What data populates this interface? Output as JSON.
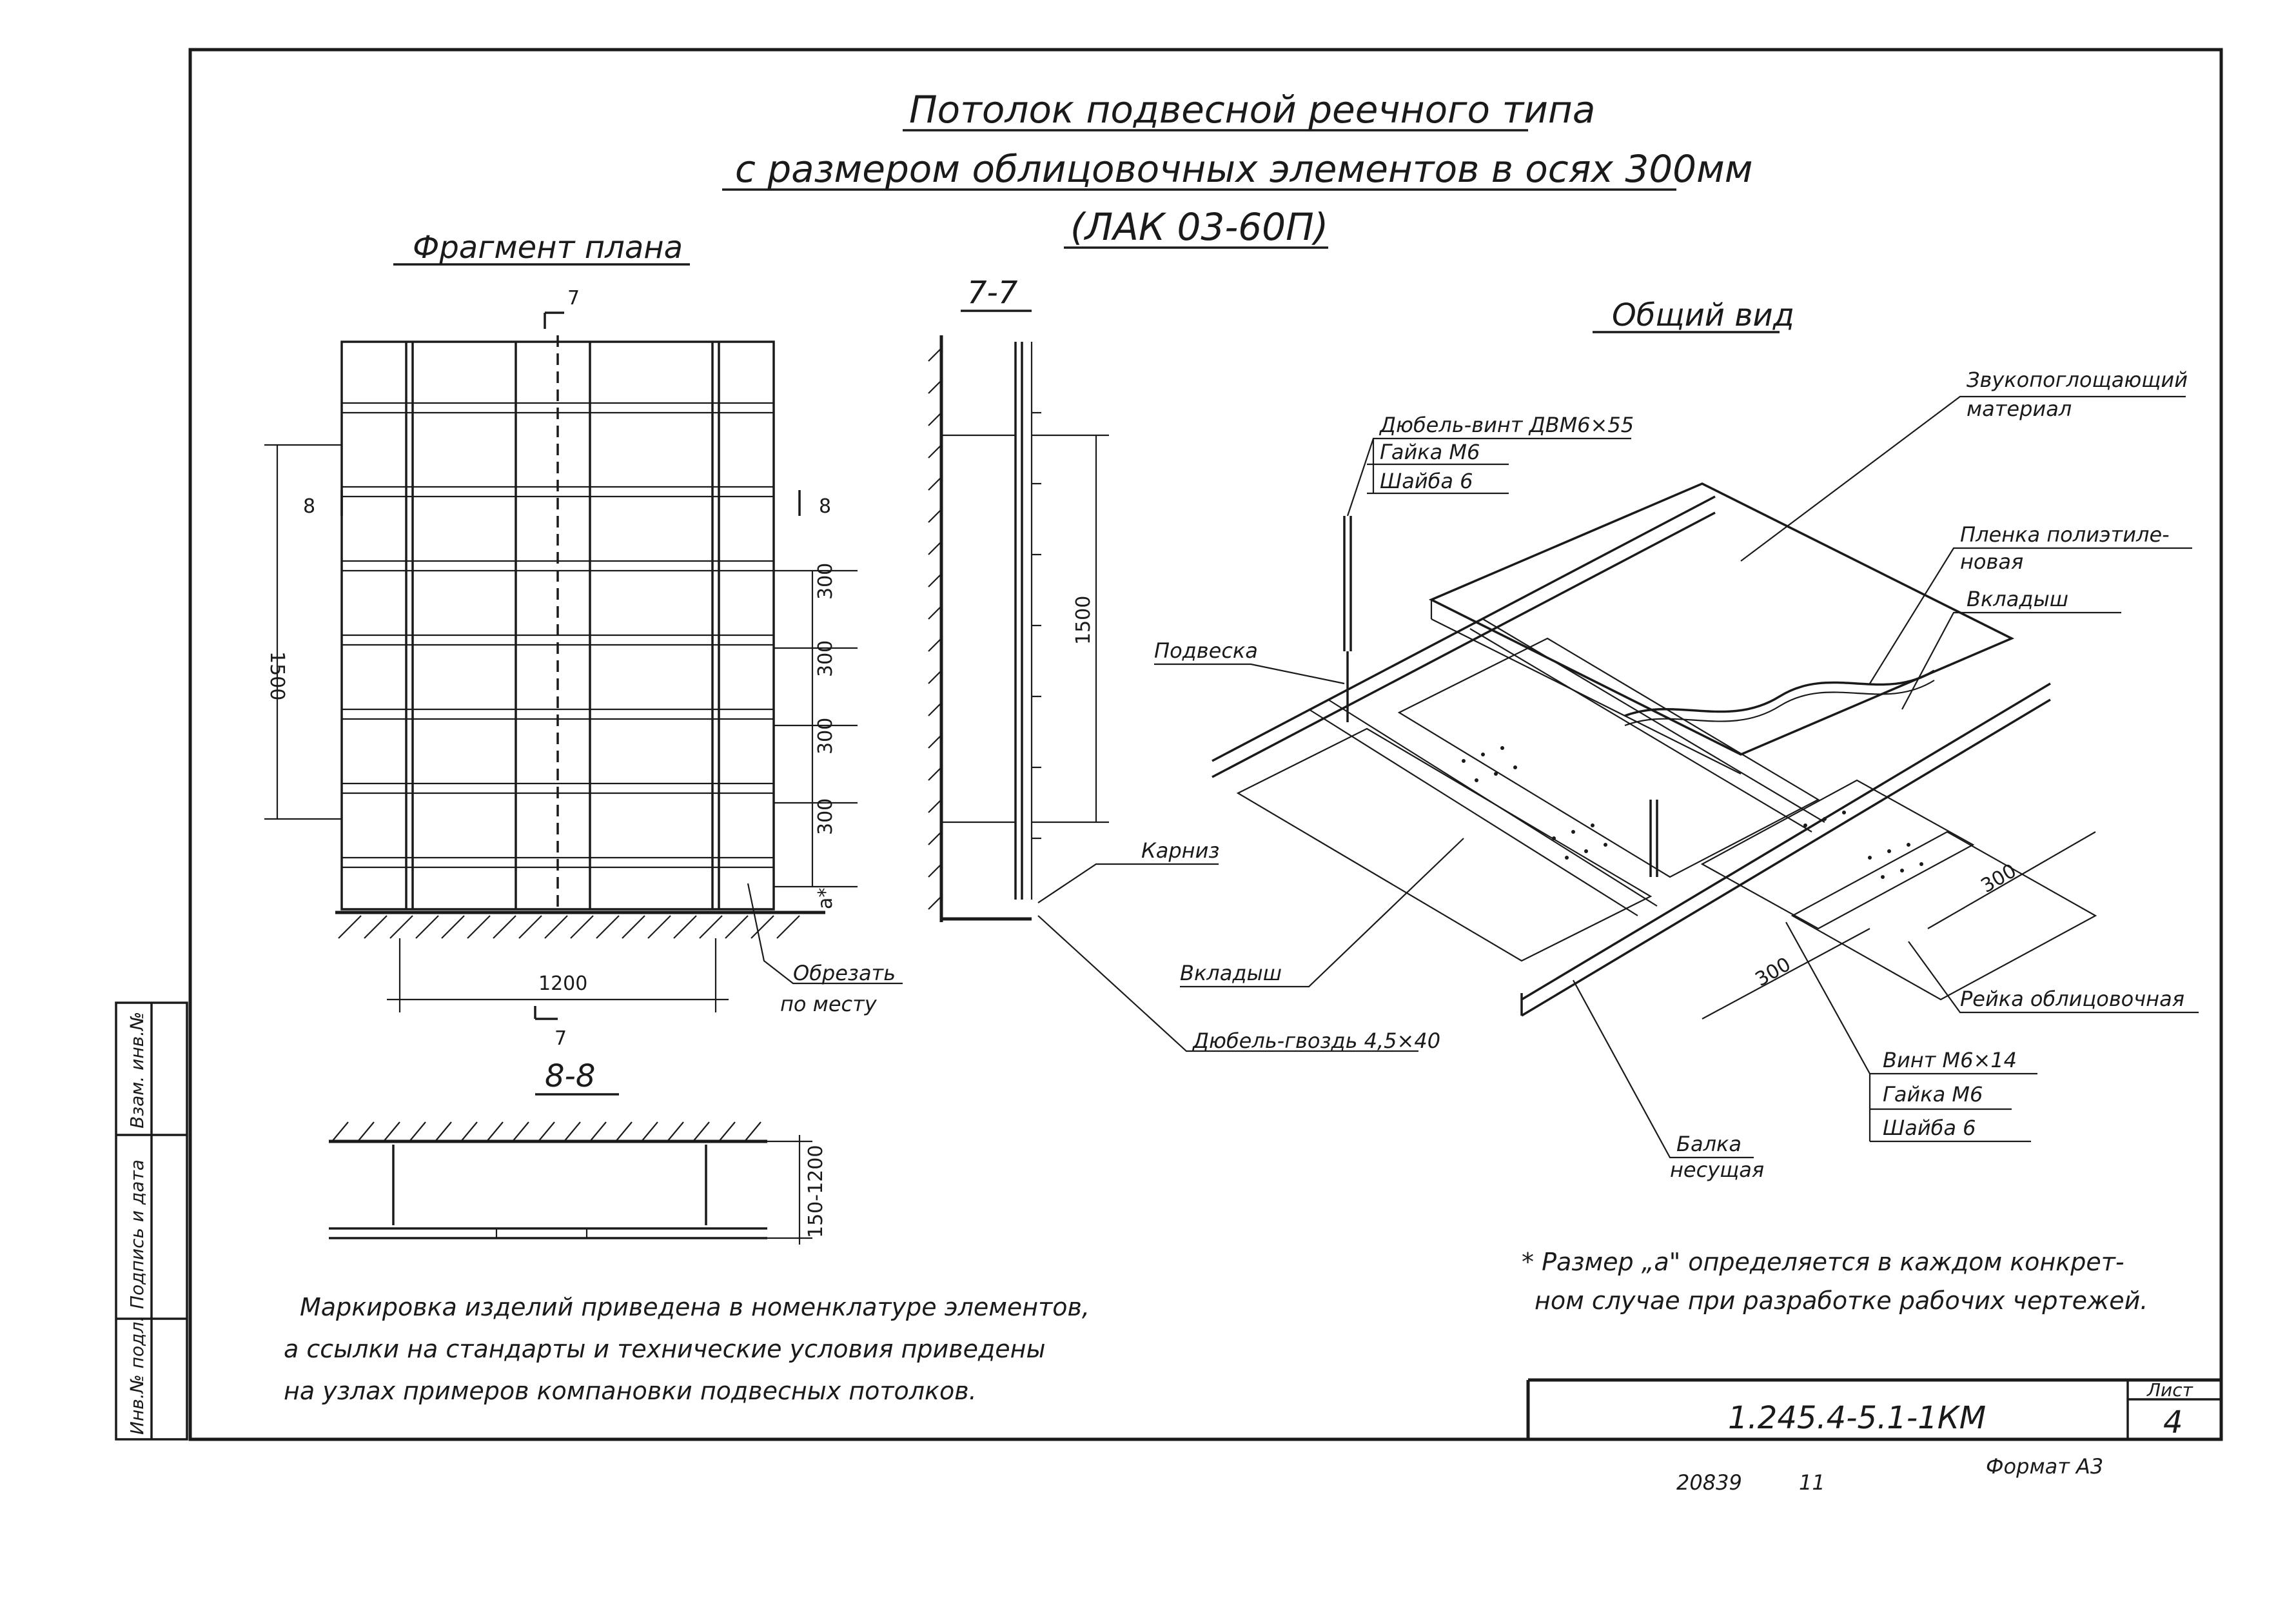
{
  "title": {
    "line1": "Потолок подвесной реечного типа",
    "line2": "с размером облицовочных элементов в осях 300мм",
    "line3": "(ЛАК 03-60П)"
  },
  "plan": {
    "heading": "Фрагмент плана",
    "section_mark_7": "7",
    "section_mark_8": "8",
    "dim_1500": "1500",
    "dim_300": "300",
    "dim_1200": "1200",
    "dim_a": "a*",
    "cut_note_1": "Обрезать",
    "cut_note_2": "по месту"
  },
  "section_7": {
    "heading": "7-7",
    "dim_1500": "1500",
    "cornice": "Карниз",
    "dowel_nail": "Дюбель-гвоздь 4,5×40"
  },
  "section_8": {
    "heading": "8-8",
    "dim_height": "150-1200"
  },
  "view": {
    "heading": "Общий вид",
    "sound_absorbing_1": "Звукопоглощающий",
    "sound_absorbing_2": "материал",
    "dowel_screw": "Дюбель-винт ДВМ6×55",
    "nut_top": "Гайка М6",
    "washer_top": "Шайба 6",
    "film_1": "Пленка полиэтиле-",
    "film_2": "новая",
    "insert_top": "Вкладыш",
    "hanger": "Подвеска",
    "insert_bottom": "Вкладыш",
    "dim_300_a": "300",
    "dim_300_b": "300",
    "facing_rail": "Рейка облицовочная",
    "screw": "Винт М6×14",
    "nut_bottom": "Гайка М6",
    "washer_bottom": "Шайба 6",
    "beam_1": "Балка",
    "beam_2": "несущая"
  },
  "notes": {
    "left_1": "Маркировка изделий приведена в номенклатуре элементов,",
    "left_2": "а ссылки на стандарты и технические условия приведены",
    "left_3": "на узлах примеров компановки подвесных потолков.",
    "right_1": "* Размер „а\" определяется в каждом конкрет-",
    "right_2": "ном случае при разработке рабочих чертежей."
  },
  "side_stamp": {
    "inv_orig": "Инв.№ подл.",
    "sign_date": "Подпись и дата",
    "replace_inv": "Взам. инв.№"
  },
  "title_block": {
    "code": "1.245.4-5.1-1КМ",
    "sheet_label": "Лист",
    "sheet_number": "4",
    "format": "Формат А3",
    "archive_no": "20839",
    "archive_suffix": "11"
  }
}
